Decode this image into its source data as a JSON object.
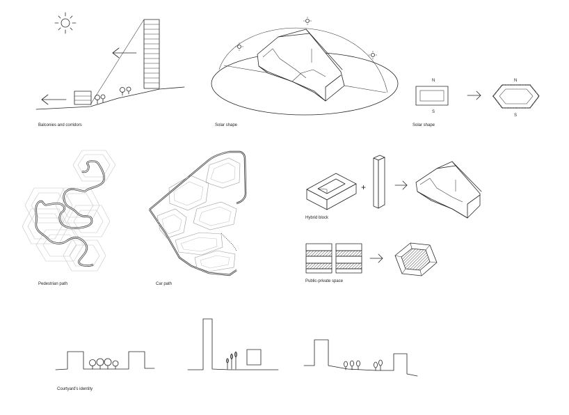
{
  "captions": {
    "balconies": "Balconies and corridors",
    "solar_shape_dome": "Solar shape",
    "solar_shape_plan": "Solar shape",
    "hybrid_block": "Hybrid block",
    "public_private": "Public-private space",
    "pedestrian_path": "Pedestrian path",
    "car_path": "Car path",
    "courtyard": "Courtyard's identity"
  },
  "compass": {
    "north_1": "N",
    "south_1": "S",
    "north_2": "N",
    "south_2": "S"
  },
  "symbols": {
    "plus": "+",
    "arrow_1": "→",
    "arrow_2": "→",
    "arrow_3": "→"
  }
}
